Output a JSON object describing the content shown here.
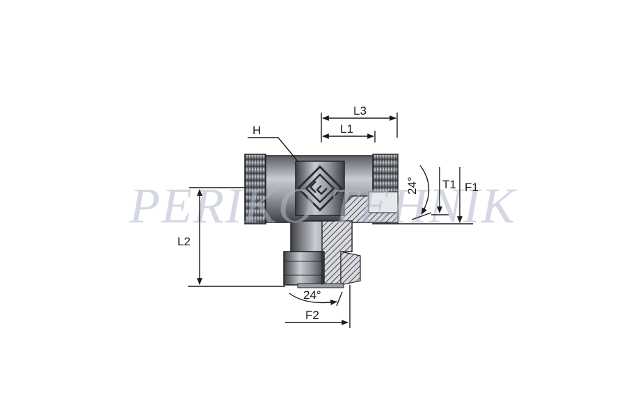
{
  "labels": {
    "L3": "L3",
    "L1": "L1",
    "H": "H",
    "L2": "L2",
    "T1": "T1",
    "F1": "F1",
    "F2": "F2",
    "angle_right": "24°",
    "angle_bottom": "24°"
  },
  "watermark": "PERIKO TEHNIK",
  "colors": {
    "body_dark": "#4a4c52",
    "body_mid": "#7d8088",
    "body_light": "#c9ccd2",
    "line": "#222222",
    "watermark": "#aeb8cc"
  }
}
